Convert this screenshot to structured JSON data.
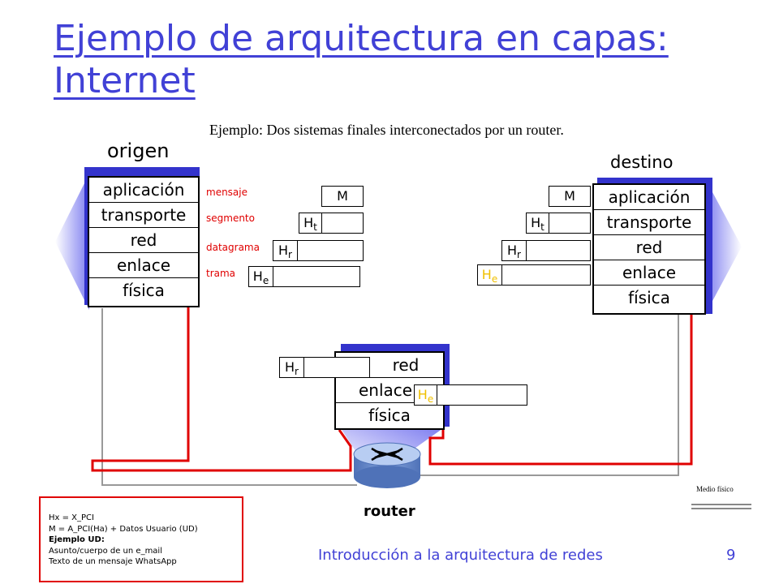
{
  "title": "Ejemplo de arquitectura en capas: Internet",
  "subtitle": "Ejemplo: Dos sistemas finales interconectados por un router.",
  "source": {
    "label": "origen",
    "layers": [
      "aplicación",
      "transporte",
      "red",
      "enlace",
      "física"
    ]
  },
  "destination": {
    "label": "destino",
    "layers": [
      "aplicación",
      "transporte",
      "red",
      "enlace",
      "física"
    ]
  },
  "router": {
    "label": "router",
    "layers": [
      "red",
      "enlace",
      "física"
    ]
  },
  "pdu_labels": [
    "mensaje",
    "segmento",
    "datagrama",
    "trama"
  ],
  "headers": {
    "message": "M",
    "transport": "Ht",
    "network": "Hr",
    "link": "He"
  },
  "medium_label": "Medio físico",
  "legend": {
    "line1": "Hx = X_PCI",
    "line2": "M = A_PCI(Ha) + Datos Usuario (UD)",
    "line3": "Ejemplo UD:",
    "line4": "Asunto/cuerpo de un e_mail",
    "line5": "Texto de un mensaje WhatsApp"
  },
  "footer": "Introducción a la arquitectura de redes",
  "page_number": "9",
  "colors": {
    "title": "#4141d6",
    "stack_shadow": "#3333cc",
    "path": "#e00000",
    "link_header_highlight": "#f0c000"
  }
}
